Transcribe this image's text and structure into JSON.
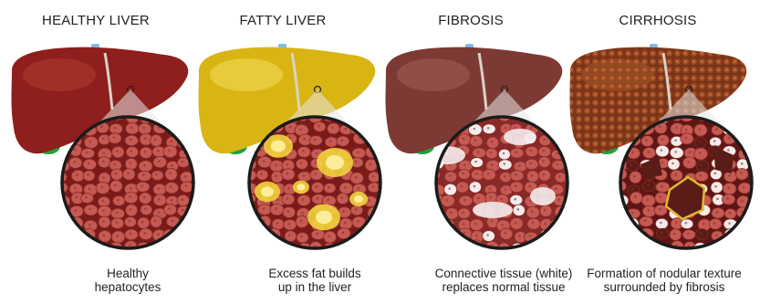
{
  "stages": [
    {
      "title": "HEALTHY LIVER",
      "caption_line1": "Healthy",
      "caption_line2": "hepatocytes",
      "liver_color": "#8f1f1c",
      "liver_highlight": "#b33a33",
      "cell_color": "#c45a52",
      "membrane_color": "#7a1b1a"
    },
    {
      "title": "FATTY LIVER",
      "caption_line1": "Excess fat builds",
      "caption_line2": "up in the liver",
      "liver_color": "#d9b514",
      "liver_highlight": "#f2dc5a",
      "cell_color": "#c45a52",
      "membrane_color": "#7a1b1a",
      "fat_color": "#f1d33b"
    },
    {
      "title": "FIBROSIS",
      "caption_line1": "Connective tissue (white)",
      "caption_line2": "replaces normal tissue",
      "liver_color": "#7d3a34",
      "liver_highlight": "#a45c55",
      "cell_color": "#c45a52",
      "membrane_color": "#8a2a28",
      "fibrous_color": "#f4ecec"
    },
    {
      "title": "CIRRHOSIS",
      "caption_line1": "Formation of nodular texture",
      "caption_line2": "surrounded by fibrosis",
      "liver_color": "#7a3418",
      "liver_highlight": "#a85a2c",
      "cell_color": "#c45a52",
      "membrane_color": "#5e1614",
      "nodule_color": "#5a1c16",
      "fibrous_color": "#f3ecea",
      "nodule_outline": "#e0b830"
    }
  ],
  "colors": {
    "gallbladder": "#1fa33a",
    "bile_duct": "#7bbde8",
    "ligament": "#d9d2c6",
    "magnifier_ring": "#1b1b1b"
  }
}
